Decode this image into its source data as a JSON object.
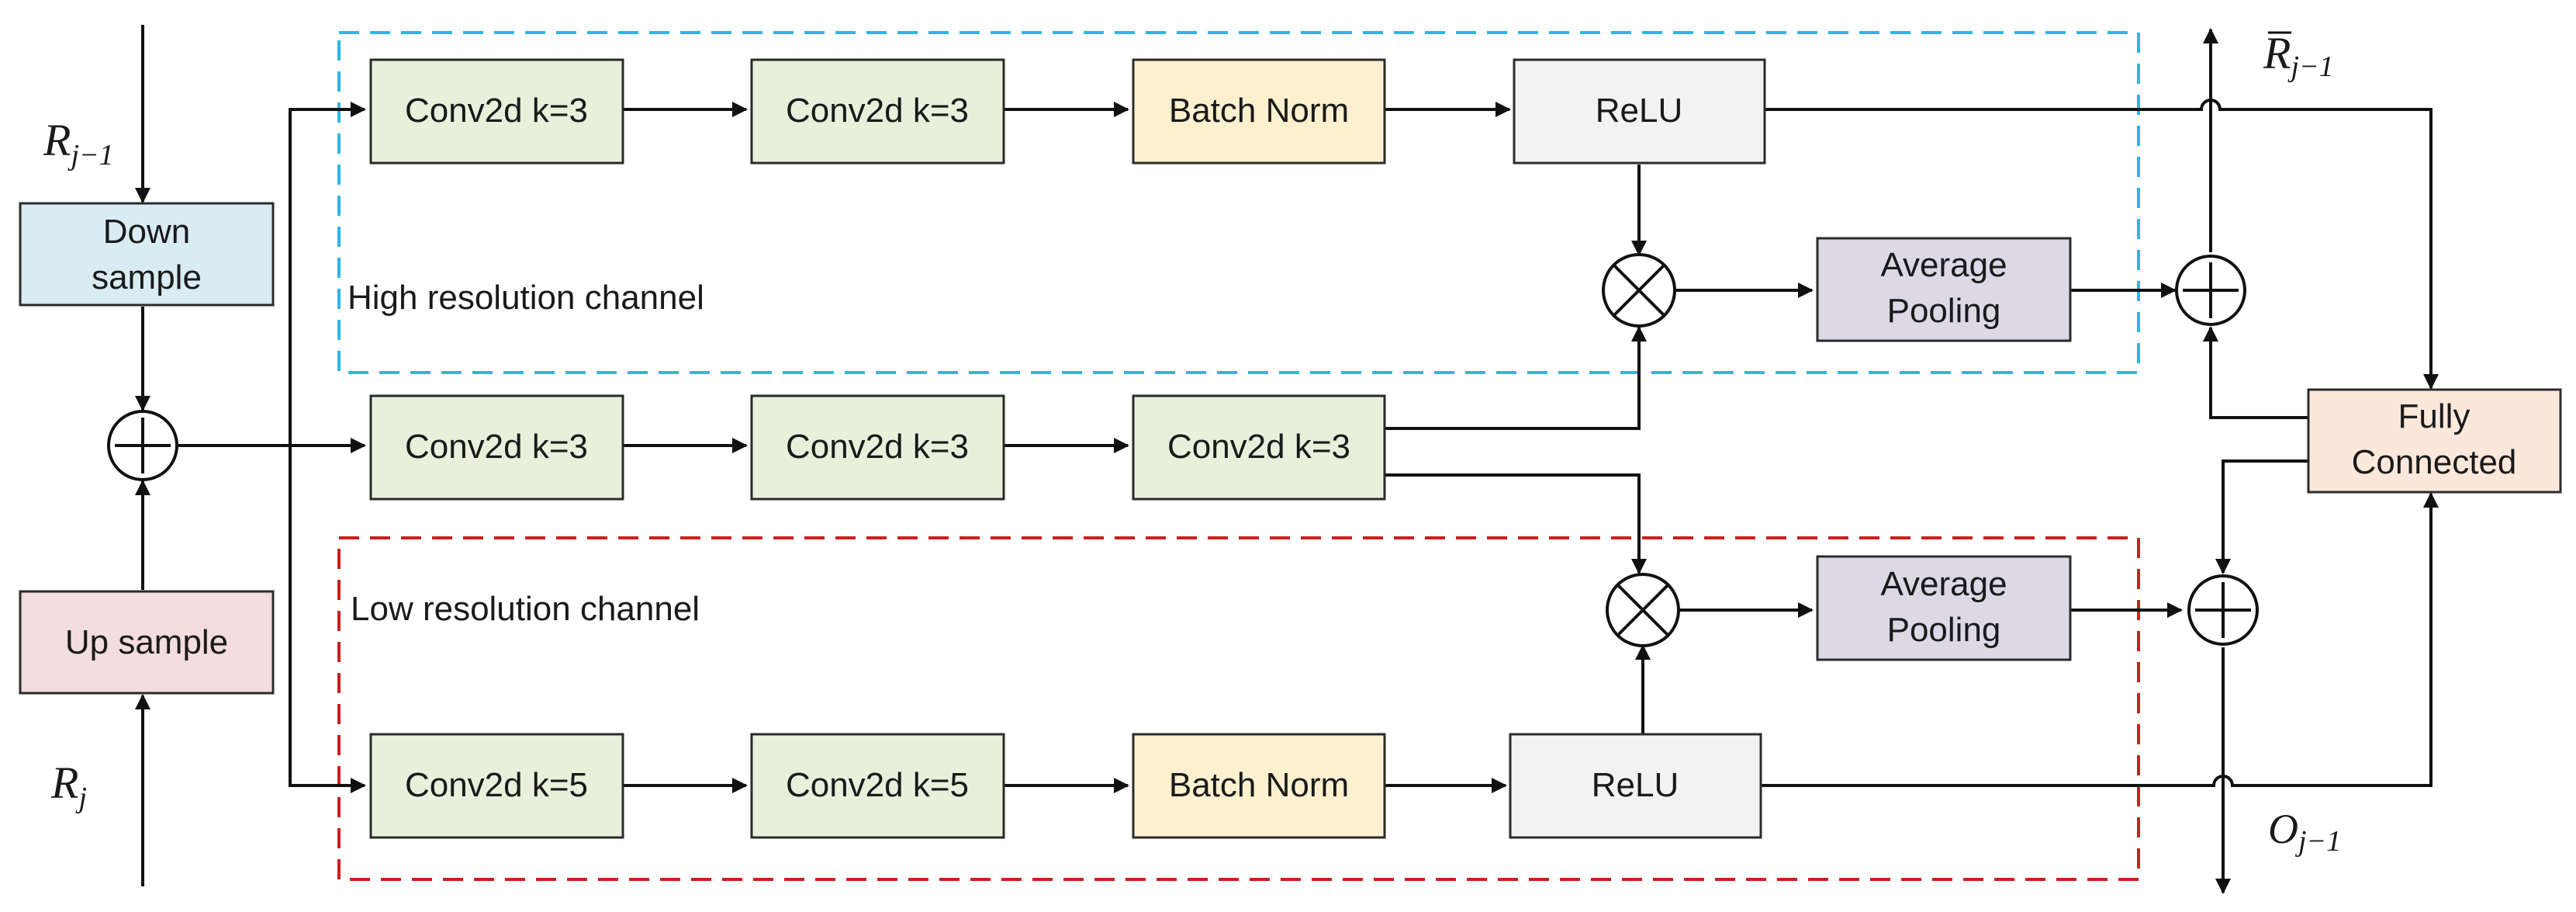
{
  "colors": {
    "conv": "#e8f0dc",
    "batchnorm": "#fdf0cf",
    "relu": "#f2f2f2",
    "pooling": "#dcd8e6",
    "downsample": "#d9ecf3",
    "upsample": "#f2dcdc",
    "fc": "#fbe8da",
    "high_border": "#2bb7e6",
    "low_border": "#cc1f1f",
    "line": "#111111"
  },
  "inputs": {
    "top": {
      "base": "R",
      "sub": "j−1"
    },
    "bottom": {
      "base": "R",
      "sub": "j"
    }
  },
  "outputs": {
    "top": {
      "base": "R",
      "bar": true,
      "sub": "j−1"
    },
    "bottom": {
      "base": "O",
      "sub": "j−1"
    }
  },
  "left": {
    "downsample": [
      "Down",
      "sample"
    ],
    "upsample": "Up sample"
  },
  "high_channel": {
    "label": "High resolution channel",
    "blocks": [
      "Conv2d k=3",
      "Conv2d k=3",
      "Batch Norm",
      "ReLU"
    ],
    "pooling": [
      "Average",
      "Pooling"
    ]
  },
  "middle": {
    "blocks": [
      "Conv2d k=3",
      "Conv2d k=3",
      "Conv2d k=3"
    ]
  },
  "low_channel": {
    "label": "Low resolution channel",
    "blocks": [
      "Conv2d k=5",
      "Conv2d k=5",
      "Batch Norm",
      "ReLU"
    ],
    "pooling": [
      "Average",
      "Pooling"
    ]
  },
  "fc": [
    "Fully",
    "Connected"
  ],
  "icons": {
    "add": "circle-plus",
    "multiply": "circle-times"
  }
}
